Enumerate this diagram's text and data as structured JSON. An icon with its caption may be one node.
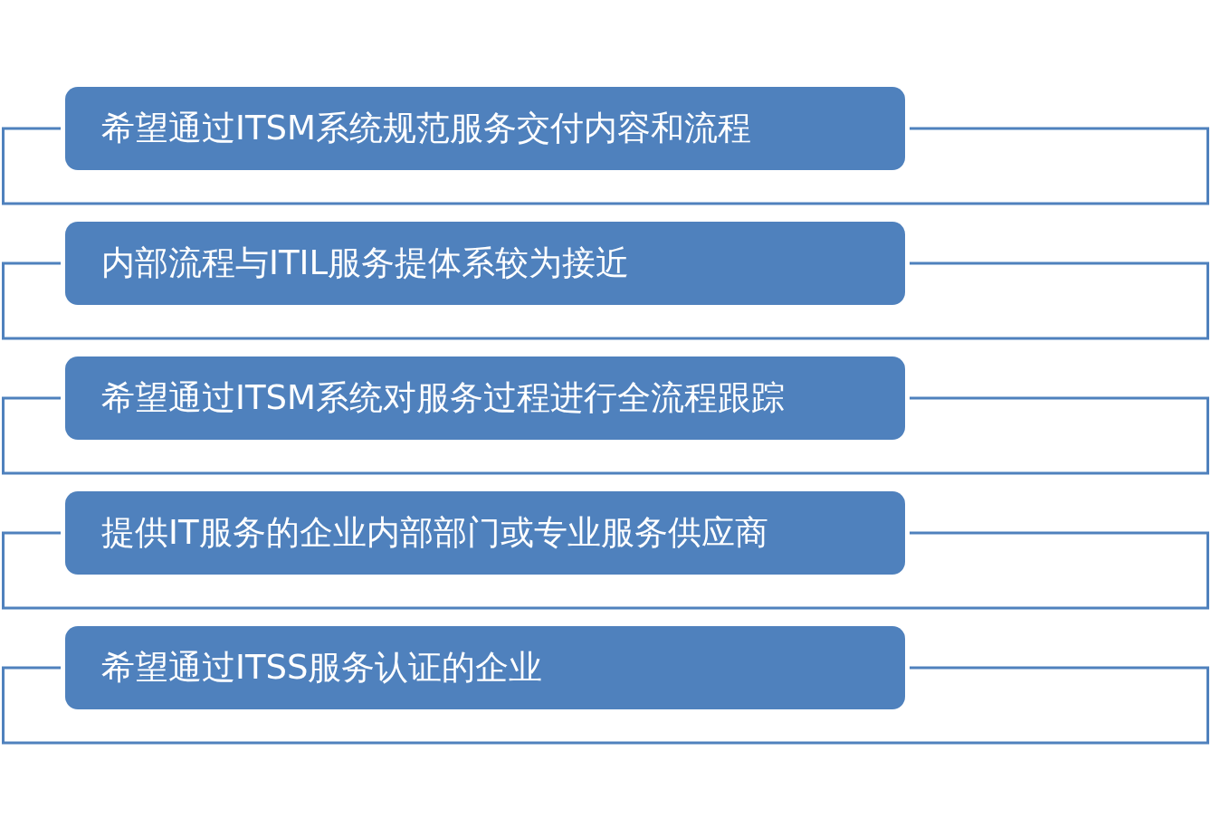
{
  "diagram": {
    "nodes": [
      {
        "text": [
          "希望通过ITSM系统规范服务交付内容和流程"
        ]
      },
      {
        "text": [
          "内部流程与ITIL服务提体系较为接近"
        ]
      },
      {
        "text": [
          "希望通过ITSM系统对服务过程进行全流程跟踪"
        ]
      },
      {
        "text": [
          "提供IT服务的企业内部部门或专业服务供应商"
        ]
      },
      {
        "text": [
          "希望通过ITSS服务认证的企业"
        ]
      }
    ]
  }
}
